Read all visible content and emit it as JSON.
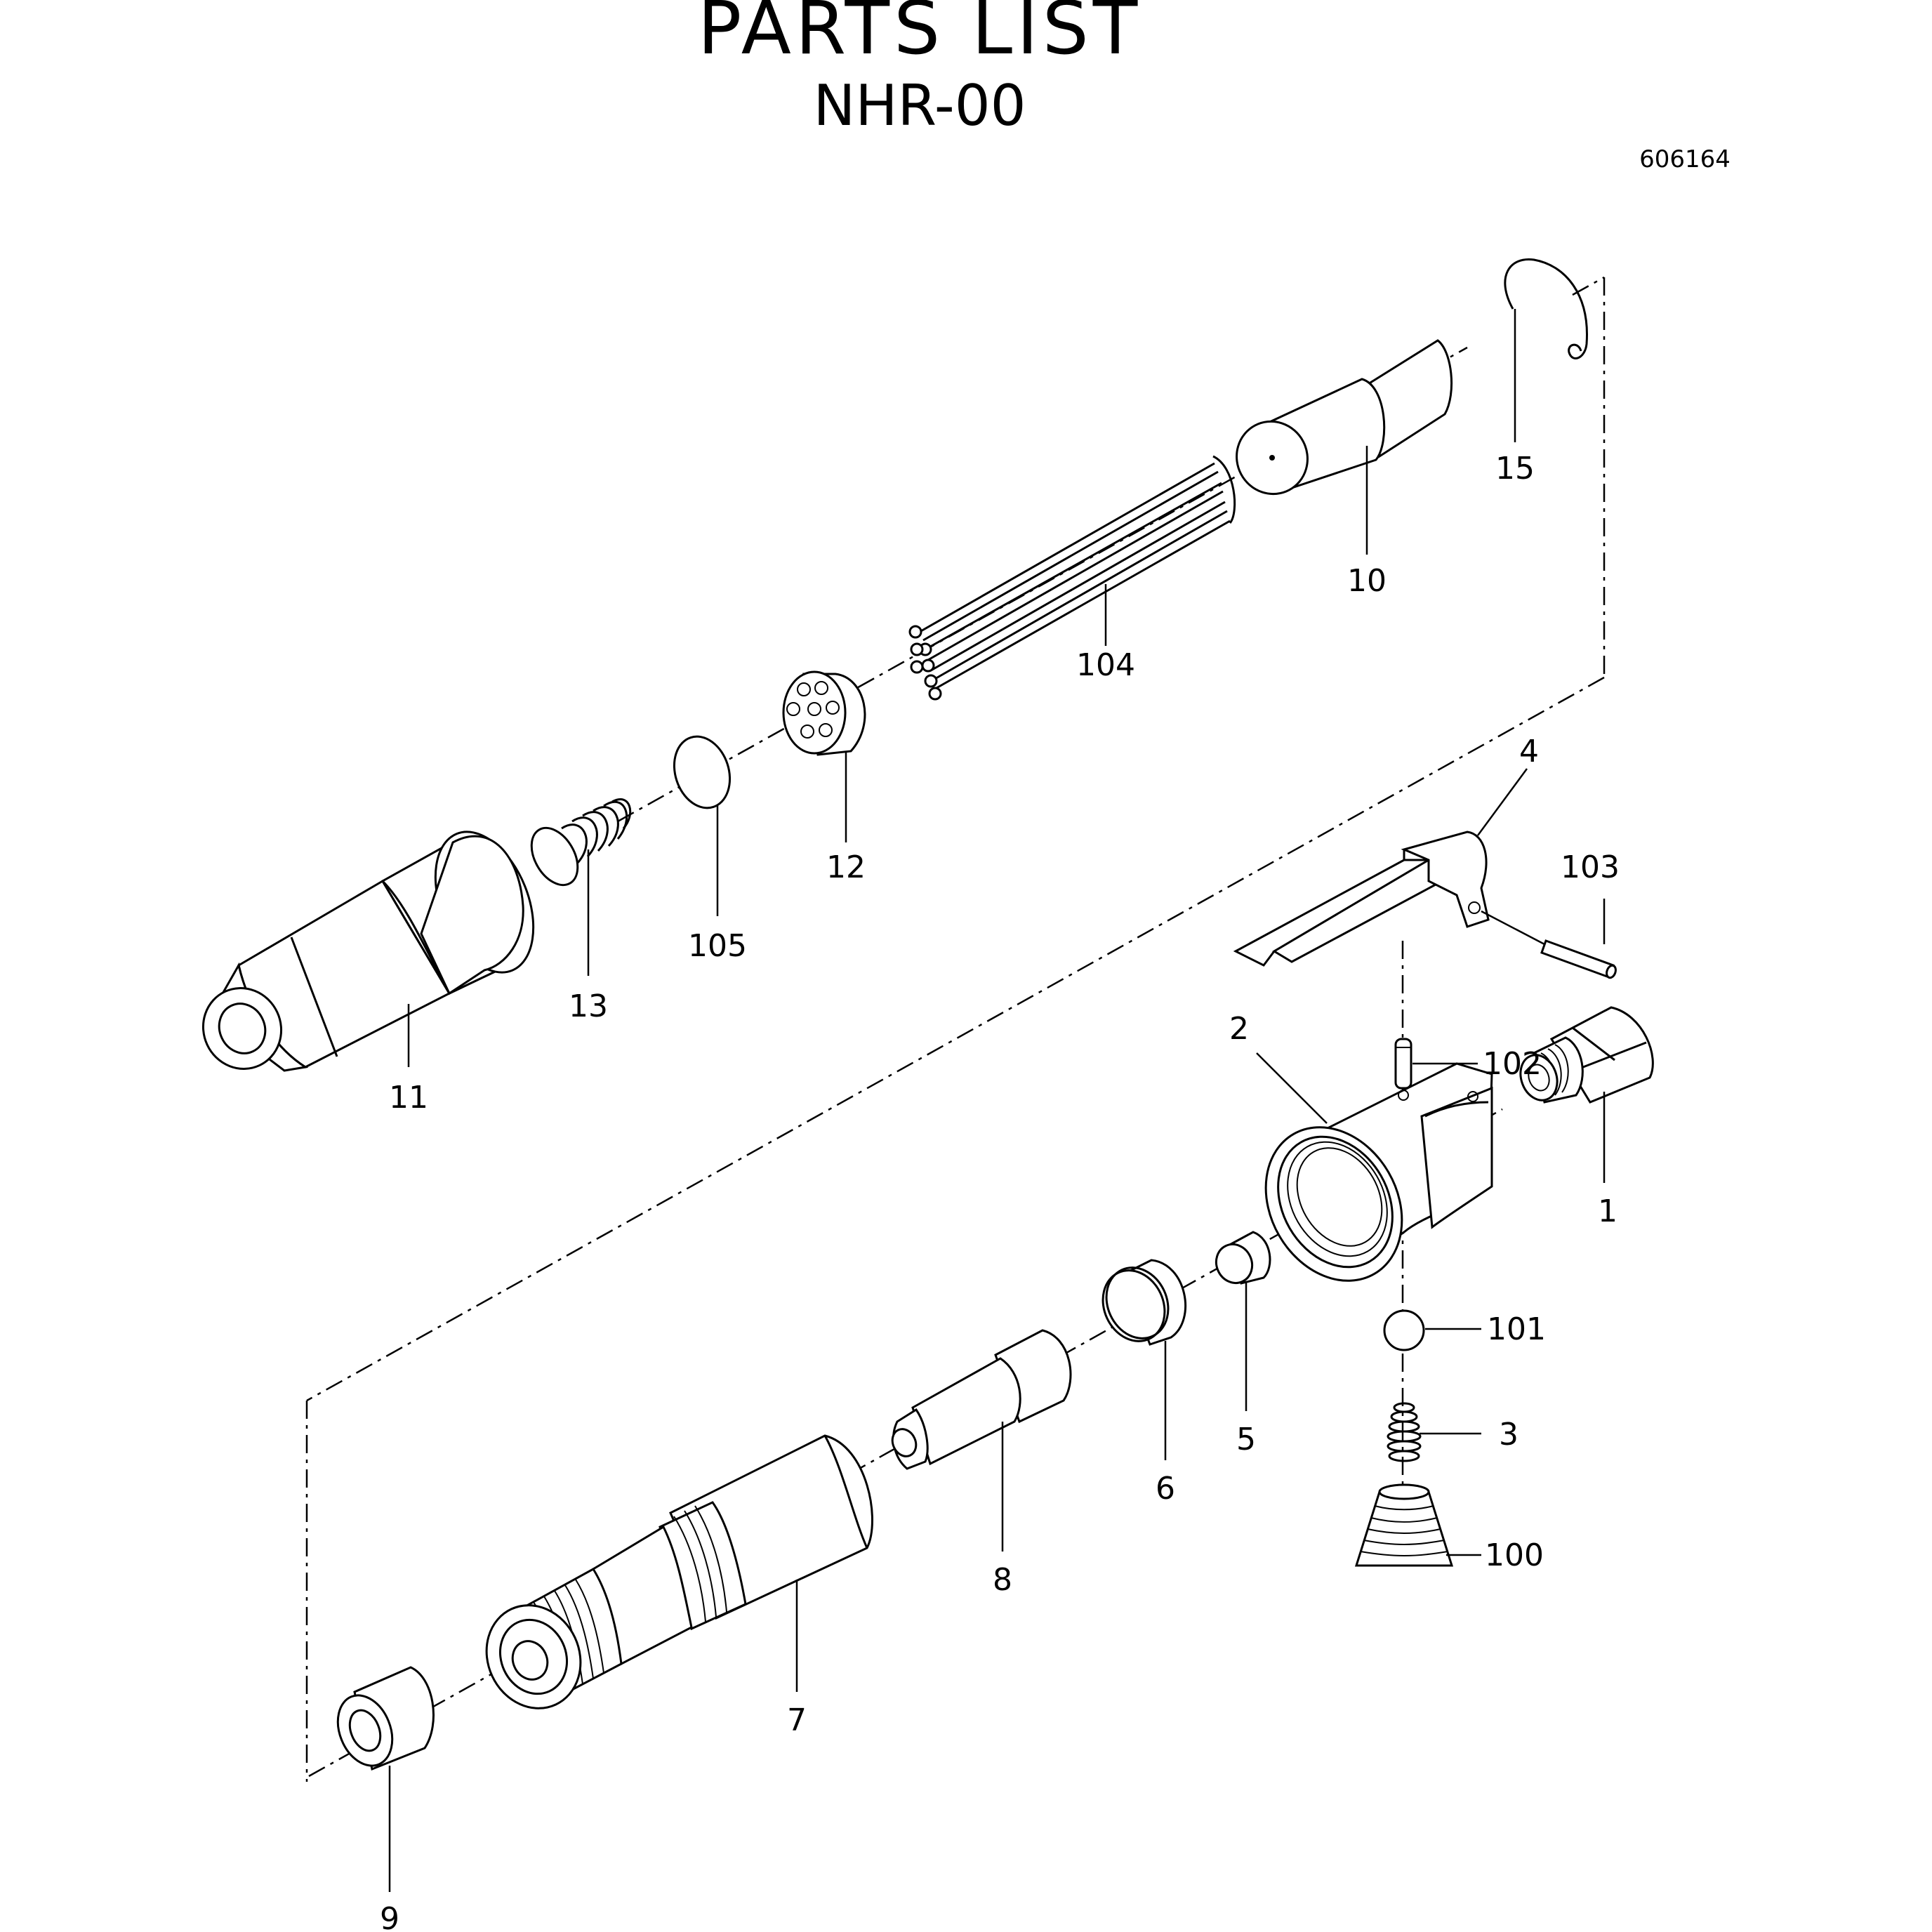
{
  "header": {
    "title": "PARTS  LIST",
    "model": "NHR-00",
    "document_number": "606164"
  },
  "callouts": {
    "p1": "1",
    "p2": "2",
    "p3": "3",
    "p4": "4",
    "p5": "5",
    "p6": "6",
    "p7": "7",
    "p8": "8",
    "p9": "9",
    "p10": "10",
    "p11": "11",
    "p12": "12",
    "p13": "13",
    "p15": "15",
    "p100": "100",
    "p101": "101",
    "p102": "102",
    "p103": "103",
    "p104": "104",
    "p105": "105"
  }
}
